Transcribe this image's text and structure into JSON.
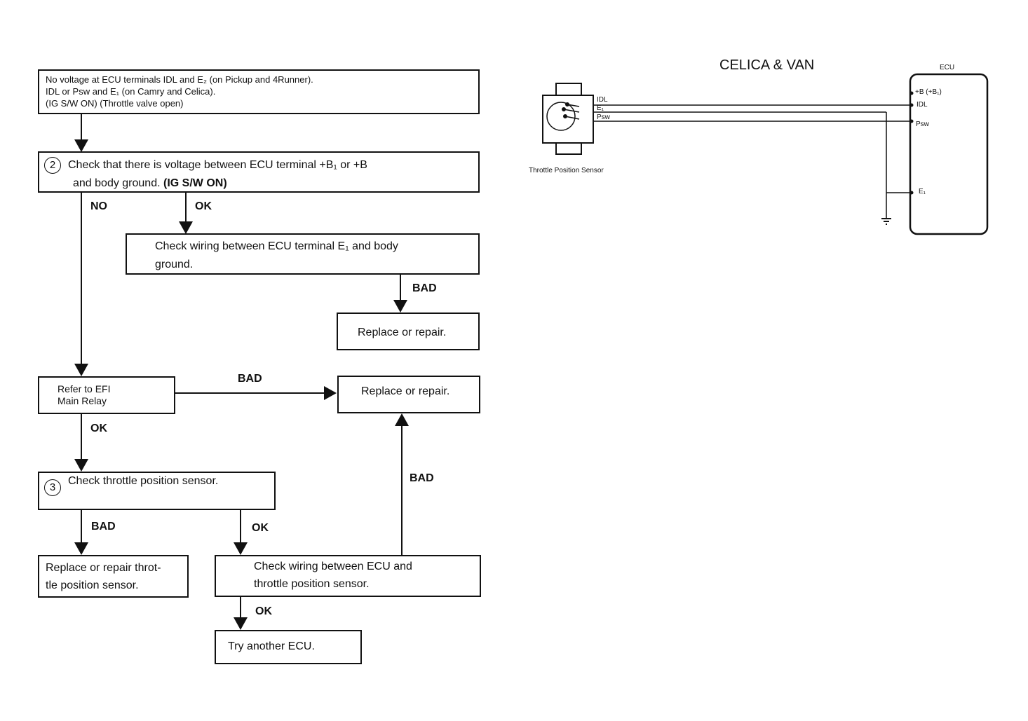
{
  "flowchart": {
    "start": {
      "line1": "No voltage at ECU terminals IDL and E₂ (on Pickup and 4Runner).",
      "line2": "IDL or Psw and E₁ (on Camry and Celica).",
      "line3": "(IG S/W ON) (Throttle valve open)"
    },
    "step2": {
      "number": "2",
      "line1": "Check that there is voltage between ECU terminal +B₁ or +B",
      "line2_a": "and body ground. ",
      "line2_b": "(IG S/W ON)"
    },
    "wiring_e1": {
      "line1": "Check wiring between ECU terminal E₁ and body",
      "line2": "ground."
    },
    "replace1": "Replace or repair.",
    "efi": {
      "line1": "Refer to EFI",
      "line2": "Main Relay"
    },
    "replace2": "Replace or repair.",
    "step3": {
      "number": "3",
      "text": "Check throttle position sensor."
    },
    "replace_sensor": {
      "line1": "Replace or repair throt-",
      "line2": "tle position sensor."
    },
    "wiring_sensor": {
      "line1": "Check wiring between ECU and",
      "line2": "throttle position sensor."
    },
    "try_ecu": "Try another ECU.",
    "labels": {
      "no": "NO",
      "ok1": "OK",
      "bad1": "BAD",
      "bad2": "BAD",
      "ok2": "OK",
      "bad3": "BAD",
      "ok3": "OK",
      "bad4": "BAD",
      "ok4": "OK"
    }
  },
  "wiring_diagram": {
    "title": "CELICA & VAN",
    "ecu_label": "ECU",
    "sensor_caption": "Throttle Position Sensor",
    "sensor_pins": [
      "IDL",
      "E₁",
      "Psw"
    ],
    "ecu_pins": [
      "+B (+B₁)",
      "IDL",
      "Psw",
      "E₁"
    ]
  }
}
